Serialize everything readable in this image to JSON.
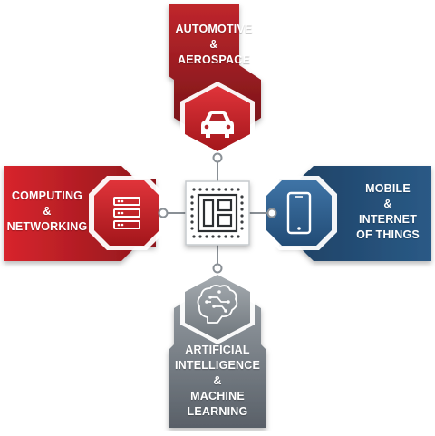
{
  "sectors": {
    "top": {
      "lines": [
        "AUTOMOTIVE",
        "&",
        "AEROSPACE"
      ],
      "icon": "car-icon",
      "color": "#b3242a"
    },
    "left": {
      "lines": [
        "COMPUTING",
        "&",
        "NETWORKING"
      ],
      "icon": "server-icon",
      "color": "#c8262c"
    },
    "right": {
      "lines": [
        "MOBILE",
        "&",
        "INTERNET",
        "OF THINGS"
      ],
      "icon": "smartphone-icon",
      "color": "#2f5f8c"
    },
    "bottom": {
      "lines": [
        "ARTIFICIAL",
        "INTELLIGENCE",
        "&",
        "MACHINE",
        "LEARNING"
      ],
      "icon": "brain-circuit-icon",
      "color": "#6d7378"
    }
  },
  "center": {
    "icon": "chip-icon"
  }
}
